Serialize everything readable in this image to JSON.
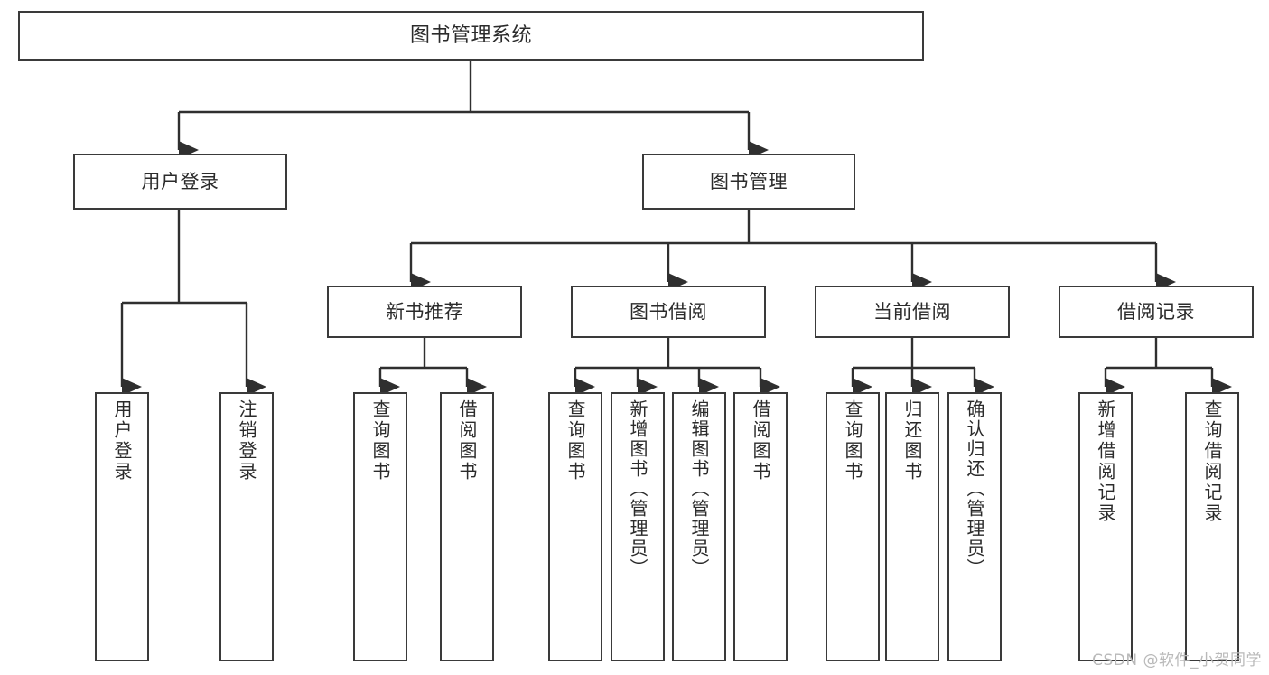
{
  "diagram": {
    "title": "图书管理系统",
    "root": {
      "label": "图书管理系统"
    },
    "level1": [
      {
        "label": "用户登录"
      },
      {
        "label": "图书管理"
      }
    ],
    "level2": [
      {
        "label": "新书推荐"
      },
      {
        "label": "图书借阅"
      },
      {
        "label": "当前借阅"
      },
      {
        "label": "借阅记录"
      }
    ],
    "leaves": {
      "user_login": [
        {
          "label": "用户登录"
        },
        {
          "label": "注销登录"
        }
      ],
      "new_book_recommend": [
        {
          "label": "查询图书"
        },
        {
          "label": "借阅图书"
        }
      ],
      "book_borrow": [
        {
          "label": "查询图书"
        },
        {
          "label": "新增图书（管理员）"
        },
        {
          "label": "编辑图书（管理员）"
        },
        {
          "label": "借阅图书"
        }
      ],
      "current_borrow": [
        {
          "label": "查询图书"
        },
        {
          "label": "归还图书"
        },
        {
          "label": "确认归还（管理员）"
        }
      ],
      "borrow_record": [
        {
          "label": "新增借阅记录"
        },
        {
          "label": "查询借阅记录"
        }
      ]
    },
    "watermark": "CSDN @软件_小贺同学",
    "colors": {
      "stroke": "#3a3a3a",
      "text": "#2b2b2b",
      "background": "#ffffff",
      "watermark": "#b9b9b9"
    }
  }
}
